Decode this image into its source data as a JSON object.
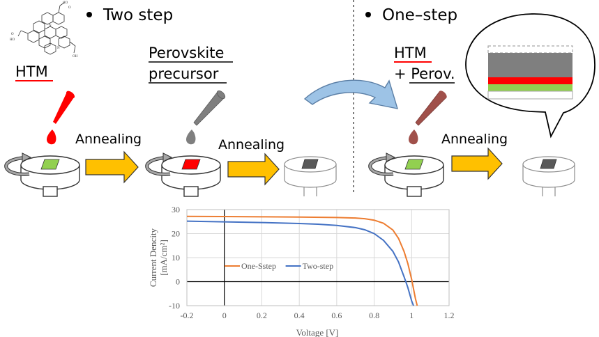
{
  "two_step": {
    "heading": "Two step",
    "htm_label": "HTM",
    "perovskite_line1": "Perovskite",
    "perovskite_line2": "precursor",
    "annealing_1": "Annealing",
    "annealing_2": "Annealing"
  },
  "one_step": {
    "heading": "One–step",
    "htm_label": "HTM",
    "perov_label": "+ Perov.",
    "annealing": "Annealing"
  },
  "colors": {
    "htm_drop": "#ff0000",
    "perovskite_drop": "#7f7f7f",
    "mixed_drop": "#a0504a",
    "htm_film": "#92d050",
    "perovskite_film": "#ff0000",
    "annealed_film": "#595959",
    "arrow": "#ffc000",
    "curved_arrow": "#9dc3e6",
    "one_step_curve": "#ed7d31",
    "two_step_curve": "#4472c4"
  },
  "chart_data": {
    "type": "line",
    "xlabel": "Voltage [V]",
    "ylabel_line1": "Current Dencity",
    "ylabel_line2": "[mA/cm²]",
    "xlim": [
      -0.2,
      1.2
    ],
    "ylim": [
      -10,
      30
    ],
    "xticks": [
      "-0.2",
      "0",
      "0.2",
      "0.4",
      "0.6",
      "0.8",
      "1",
      "1.2"
    ],
    "yticks": [
      "30",
      "20",
      "10",
      "0",
      "-10"
    ],
    "grid": true,
    "legend_position": "center",
    "series": [
      {
        "name": "One-Sstep",
        "color": "#ed7d31",
        "x": [
          -0.2,
          0.0,
          0.2,
          0.4,
          0.6,
          0.7,
          0.75,
          0.8,
          0.85,
          0.9,
          0.93,
          0.96,
          0.98,
          1.0,
          1.02,
          1.03
        ],
        "y": [
          27.2,
          27.1,
          27.0,
          26.9,
          26.7,
          26.5,
          26.2,
          25.6,
          24.3,
          21.5,
          18.0,
          12.5,
          7.5,
          1.0,
          -7.0,
          -10.0
        ]
      },
      {
        "name": "Two-step",
        "color": "#4472c4",
        "x": [
          -0.2,
          0.0,
          0.2,
          0.4,
          0.5,
          0.6,
          0.7,
          0.75,
          0.8,
          0.85,
          0.9,
          0.93,
          0.96,
          0.98,
          1.0,
          1.01
        ],
        "y": [
          25.2,
          24.9,
          24.6,
          24.2,
          23.9,
          23.4,
          22.5,
          21.6,
          20.0,
          17.2,
          12.6,
          8.2,
          2.0,
          -2.5,
          -8.0,
          -10.0
        ]
      }
    ]
  }
}
